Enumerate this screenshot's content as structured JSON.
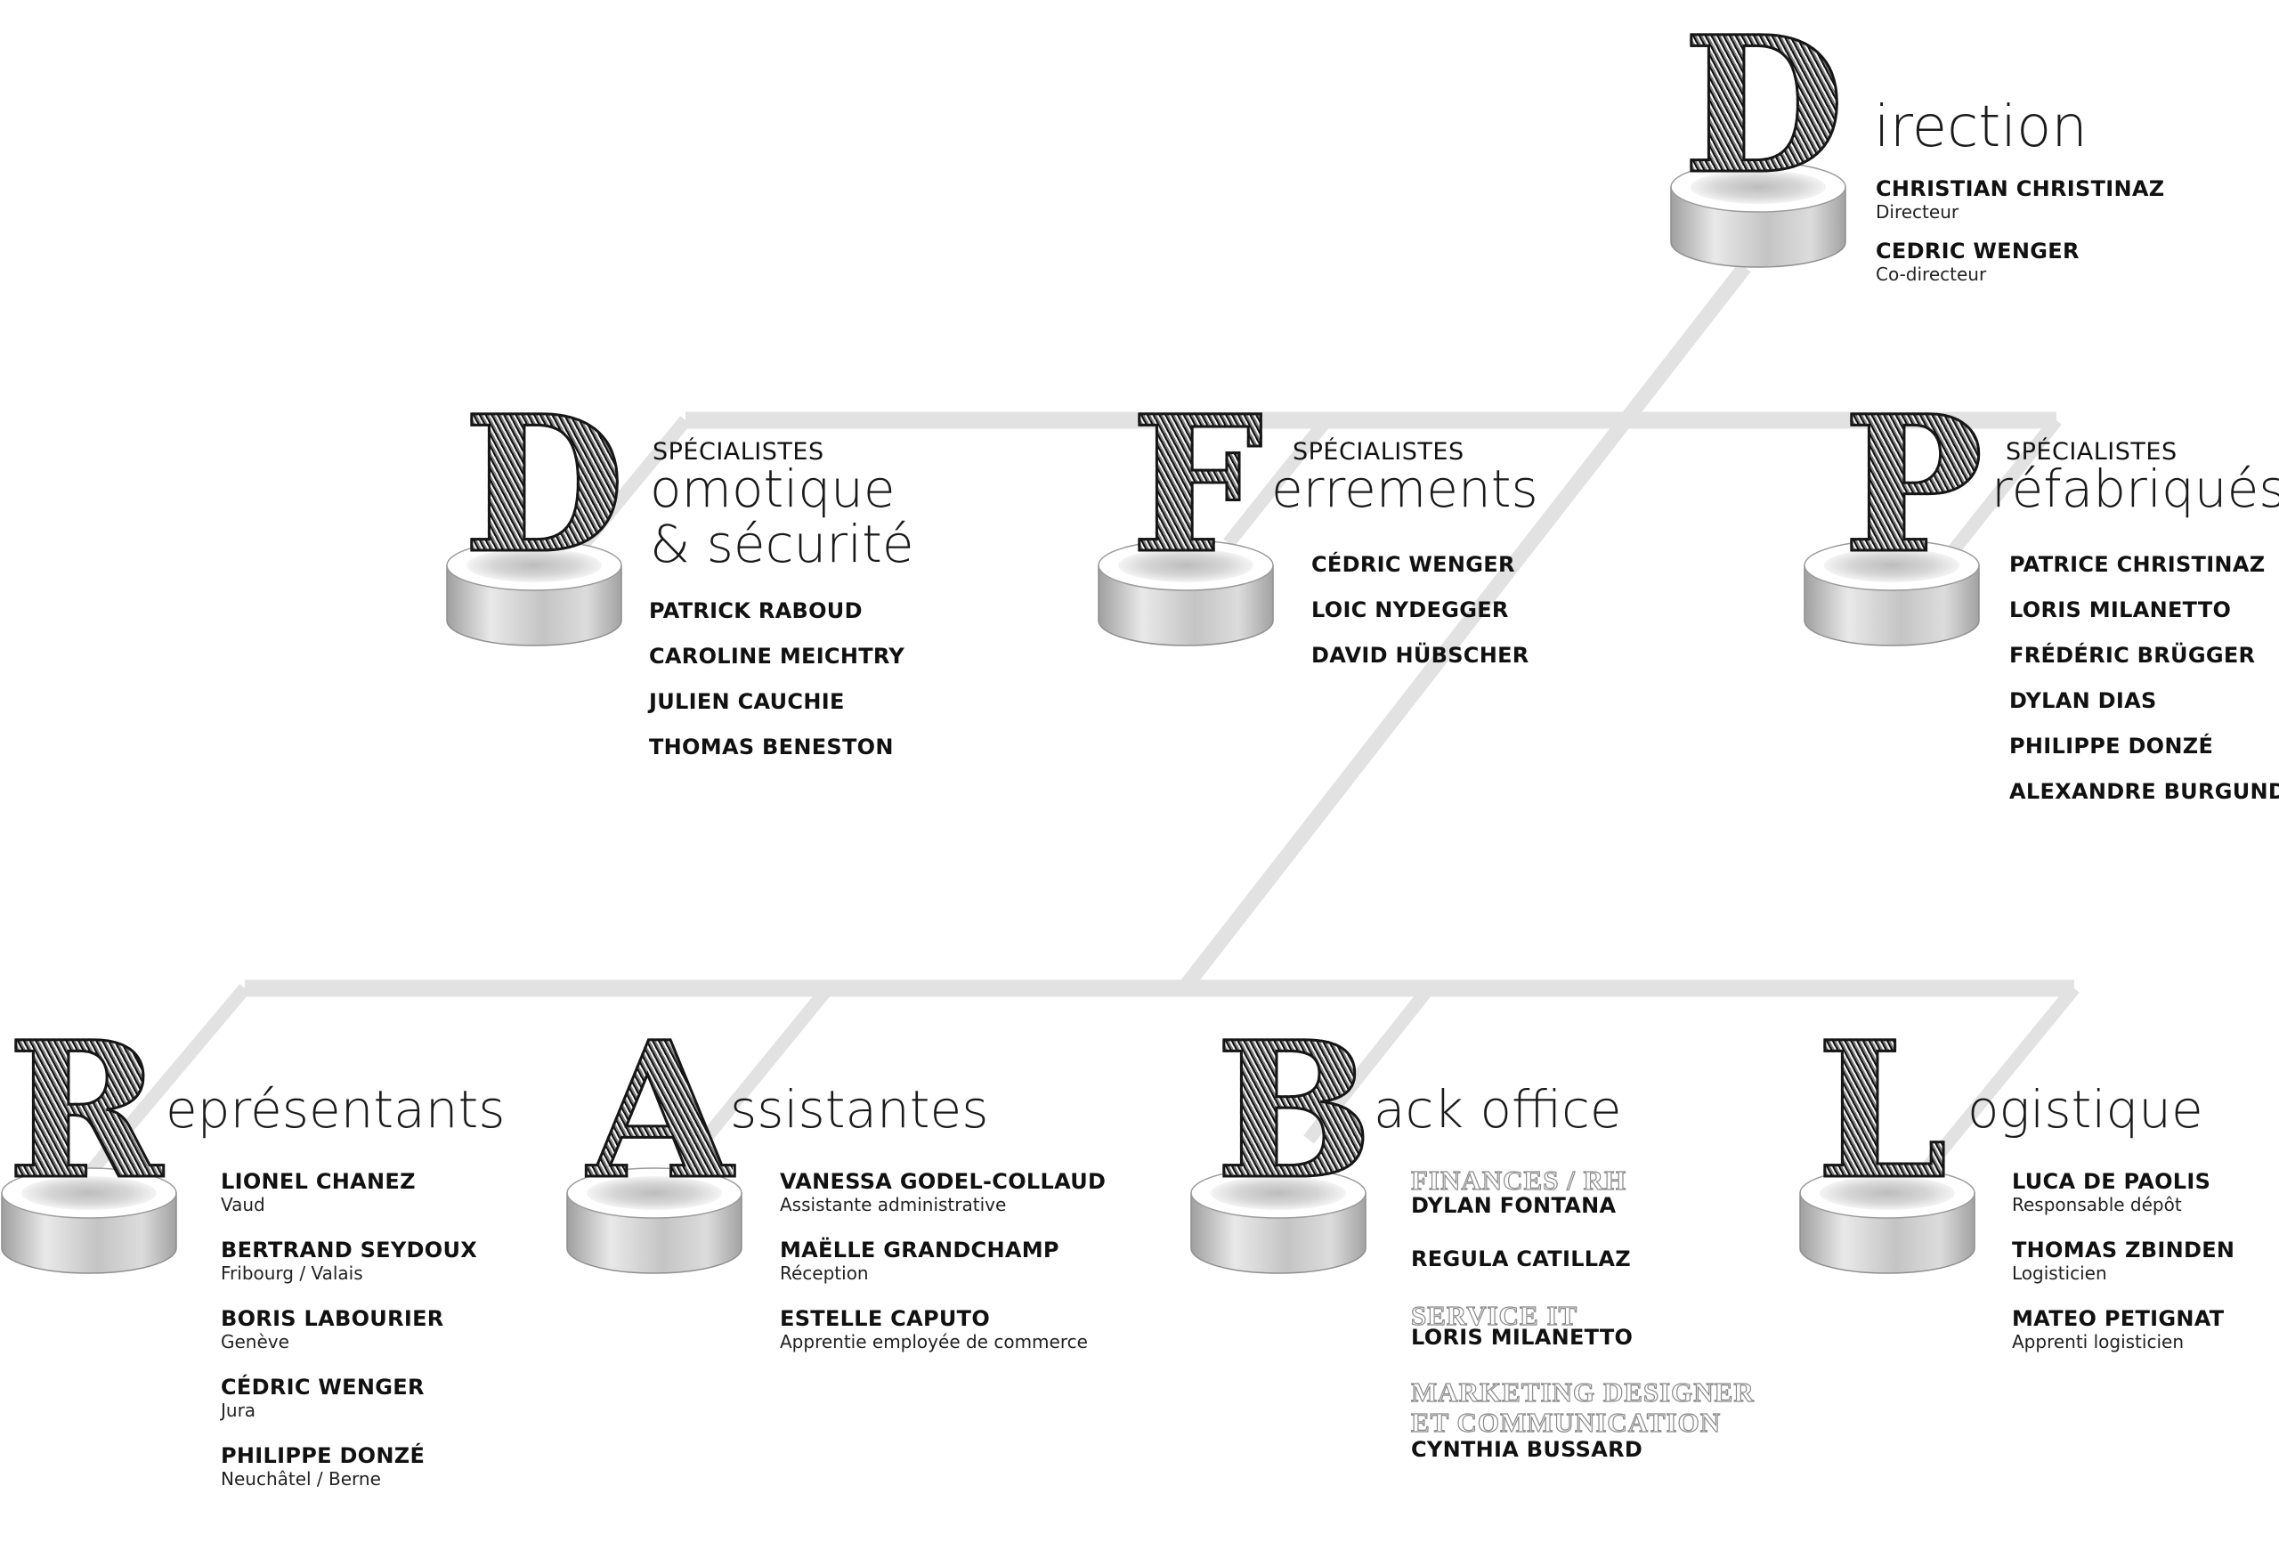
{
  "colors": {
    "connector": "#e2e2e2",
    "ink": "#111111",
    "label_outline": "#8a8a8a"
  },
  "direction": {
    "initial": "D",
    "rest": "irection",
    "members": [
      {
        "name": "CHRISTIAN CHRISTINAZ",
        "role": "Directeur"
      },
      {
        "name": "CEDRIC WENGER",
        "role": "Co-directeur"
      }
    ]
  },
  "domotique": {
    "initial": "D",
    "kicker": "SPÉCIALISTES",
    "rest_line1": "omotique",
    "rest_line2": "& sécurité",
    "members": [
      {
        "name": "PATRICK RABOUD"
      },
      {
        "name": "CAROLINE MEICHTRY"
      },
      {
        "name": "JULIEN CAUCHIE"
      },
      {
        "name": "THOMAS BENESTON"
      }
    ]
  },
  "ferrements": {
    "initial": "F",
    "kicker": "SPÉCIALISTES",
    "rest": "errements",
    "members": [
      {
        "name": "CÉDRIC WENGER"
      },
      {
        "name": "LOIC NYDEGGER"
      },
      {
        "name": "DAVID HÜBSCHER"
      }
    ]
  },
  "prefabriques": {
    "initial": "P",
    "kicker": "SPÉCIALISTES",
    "rest": "réfabriqués",
    "members": [
      {
        "name": "PATRICE CHRISTINAZ"
      },
      {
        "name": "LORIS MILANETTO"
      },
      {
        "name": "FRÉDÉRIC BRÜGGER"
      },
      {
        "name": "DYLAN DIAS"
      },
      {
        "name": "PHILIPPE DONZÉ"
      },
      {
        "name": "ALEXANDRE BURGUNDER"
      }
    ]
  },
  "representants": {
    "initial": "R",
    "rest": "eprésentants",
    "members": [
      {
        "name": "LIONEL CHANEZ",
        "role": "Vaud"
      },
      {
        "name": "BERTRAND SEYDOUX",
        "role": "Fribourg / Valais"
      },
      {
        "name": "BORIS LABOURIER",
        "role": "Genève"
      },
      {
        "name": "CÉDRIC WENGER",
        "role": "Jura"
      },
      {
        "name": "PHILIPPE DONZÉ",
        "role": "Neuchâtel / Berne"
      }
    ]
  },
  "assistantes": {
    "initial": "A",
    "rest": "ssistantes",
    "members": [
      {
        "name": "VANESSA GODEL-COLLAUD",
        "role": "Assistante administrative"
      },
      {
        "name": "MAËLLE GRANDCHAMP",
        "role": "Réception"
      },
      {
        "name": "ESTELLE CAPUTO",
        "role": "Apprentie employée de commerce"
      }
    ]
  },
  "backoffice": {
    "initial": "B",
    "rest": "ack office",
    "groups": [
      {
        "label_lines": [
          "FINANCES / RH"
        ],
        "members": [
          "DYLAN FONTANA",
          "REGULA CATILLAZ"
        ]
      },
      {
        "label_lines": [
          "SERVICE IT"
        ],
        "members": [
          "LORIS MILANETTO"
        ]
      },
      {
        "label_lines": [
          "MARKETING DESIGNER",
          "ET COMMUNICATION"
        ],
        "members": [
          "CYNTHIA BUSSARD"
        ]
      }
    ]
  },
  "logistique": {
    "initial": "L",
    "rest": "ogistique",
    "members": [
      {
        "name": "LUCA DE PAOLIS",
        "role": "Responsable dépôt"
      },
      {
        "name": "THOMAS ZBINDEN",
        "role": "Logisticien"
      },
      {
        "name": "MATEO PETIGNAT",
        "role": "Apprenti logisticien"
      }
    ]
  }
}
